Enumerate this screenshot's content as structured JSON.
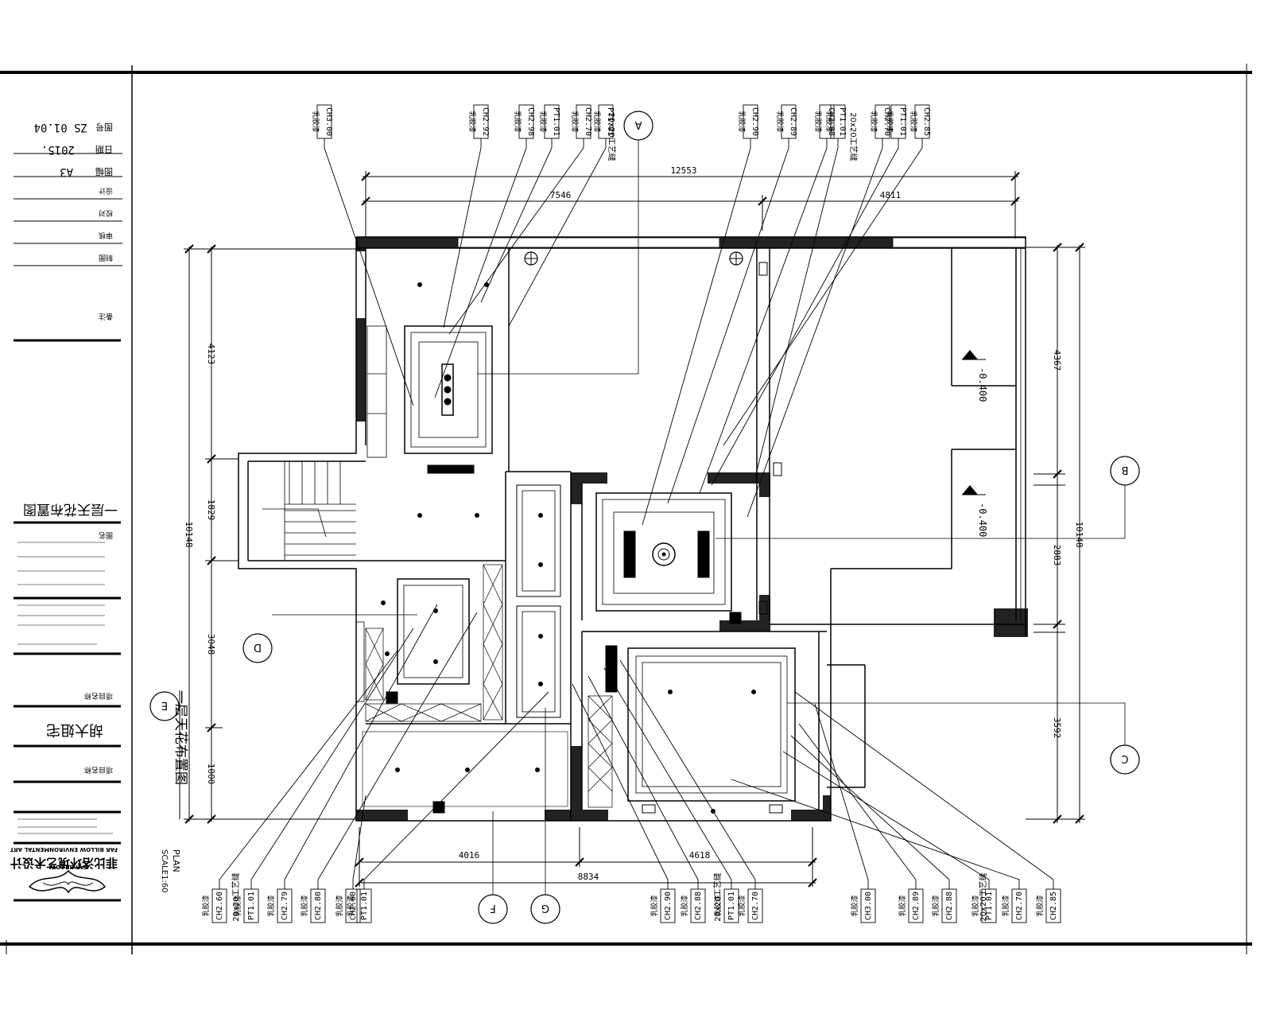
{
  "title_block": {
    "company_cn": "菲比洛环境艺术设计",
    "company_en": "FAR BILLOW ENVIRONMENTAL ART",
    "logo_text": "FAR BILLOW",
    "drawing_name": "一层天花布置图",
    "project_name": "胡大姐宅",
    "paper_size": "A3",
    "date": "2015.",
    "drawing_no": "ZS 01.04"
  },
  "plan": {
    "caption": "一层天花布置图",
    "plan_label": "PLAN",
    "scale": "SCALE1:60",
    "levels": [
      "-0.400",
      "-0.400"
    ]
  },
  "dimensions": {
    "top_total": "12553",
    "top_left": "7546",
    "top_right": "4811",
    "bottom_left": "4016",
    "bottom_mid": "4618",
    "bottom_total": "8834",
    "left_total": "10148",
    "left_1": "4123",
    "left_2": "1829",
    "left_3": "3048",
    "left_4": "1000",
    "right_total": "10148",
    "right_1": "4367",
    "right_2": "2883",
    "right_3": "3592"
  },
  "top_tags": [
    [
      "CH3.00",
      "乳胶漆"
    ],
    [
      "CH2.92",
      "乳胶漆"
    ],
    [
      "CH2.98",
      "乳胶漆"
    ],
    [
      "PT1.01",
      "乳胶漆"
    ],
    [
      "CH2.70",
      "乳胶漆"
    ],
    [
      "PT1.01",
      "乳胶漆"
    ],
    [
      "CH2.90",
      "乳胶漆"
    ],
    [
      "CH2.89",
      "乳胶漆"
    ],
    [
      "CH2.88",
      "乳胶漆"
    ],
    [
      "PT1.01",
      "乳胶漆"
    ],
    [
      "CH2.70",
      "乳胶漆"
    ],
    [
      "PT1.01",
      "乳胶漆"
    ],
    [
      "CH2.85",
      "乳胶漆"
    ]
  ],
  "bottom_tags": [
    [
      "CH2.60",
      "乳胶漆"
    ],
    [
      "PT1.01",
      "乳胶漆"
    ],
    [
      "CH2.79",
      "乳胶漆"
    ],
    [
      "CH2.80",
      "乳胶漆"
    ],
    [
      "CH2.60",
      "乳胶漆"
    ],
    [
      "PT1.01",
      "乳胶漆"
    ],
    [
      "CH2.90",
      "乳胶漆"
    ],
    [
      "CH2.88",
      "乳胶漆"
    ],
    [
      "PT1.01",
      "乳胶漆"
    ],
    [
      "CH2.70",
      "乳胶漆"
    ],
    [
      "CH3.00",
      "乳胶漆"
    ],
    [
      "CH2.89",
      "乳胶漆"
    ],
    [
      "CH2.88",
      "乳胶漆"
    ],
    [
      "PT1.01",
      "乳胶漆"
    ],
    [
      "CH2.70",
      "乳胶漆"
    ],
    [
      "CH2.85",
      "乳胶漆"
    ]
  ],
  "gypsum_note": "20x20工艺缝",
  "section_marks": [
    "A",
    "B",
    "C",
    "D",
    "E",
    "F",
    "G"
  ]
}
